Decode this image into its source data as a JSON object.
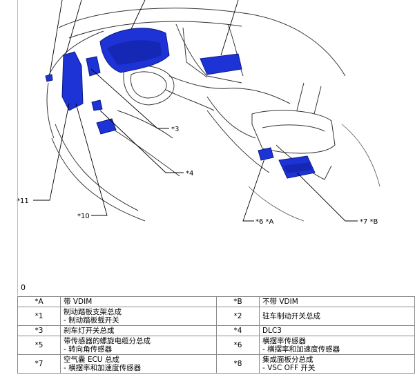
{
  "callouts": {
    "c3": "*3",
    "c4": "*4",
    "c11": "*11",
    "c10": "*10",
    "c6": "*6 *A",
    "c7": "*7 *B"
  },
  "zero_label": "0",
  "legend": {
    "r1": {
      "k1": "*A",
      "d1": "带 VDIM",
      "k2": "*B",
      "d2": "不带 VDIM"
    },
    "r2": {
      "k1": "*1",
      "d1a": "制动踏板支架总成",
      "d1b": "- 制动踏板载开关",
      "k2": "*2",
      "d2": "驻车制动开关总成"
    },
    "r3": {
      "k1": "*3",
      "d1": "刹车灯开关总成",
      "k2": "*4",
      "d2": "DLC3"
    },
    "r4": {
      "k1": "*5",
      "d1a": "带传感器的螺旋电缆分总成",
      "d1b": "- 转向角传感器",
      "k2": "*6",
      "d2a": "横摆率传感器",
      "d2b": "- 横摆率和加速度传感器"
    },
    "r5": {
      "k1": "*7",
      "d1a": "空气囊 ECU 总成",
      "d1b": "- 横摆率和加速度传感器",
      "k2": "*8",
      "d2a": "集成面板分总成",
      "d2b": "- VSC OFF 开关"
    }
  },
  "colors": {
    "component": "#1e33d6",
    "outline": "#333333"
  }
}
